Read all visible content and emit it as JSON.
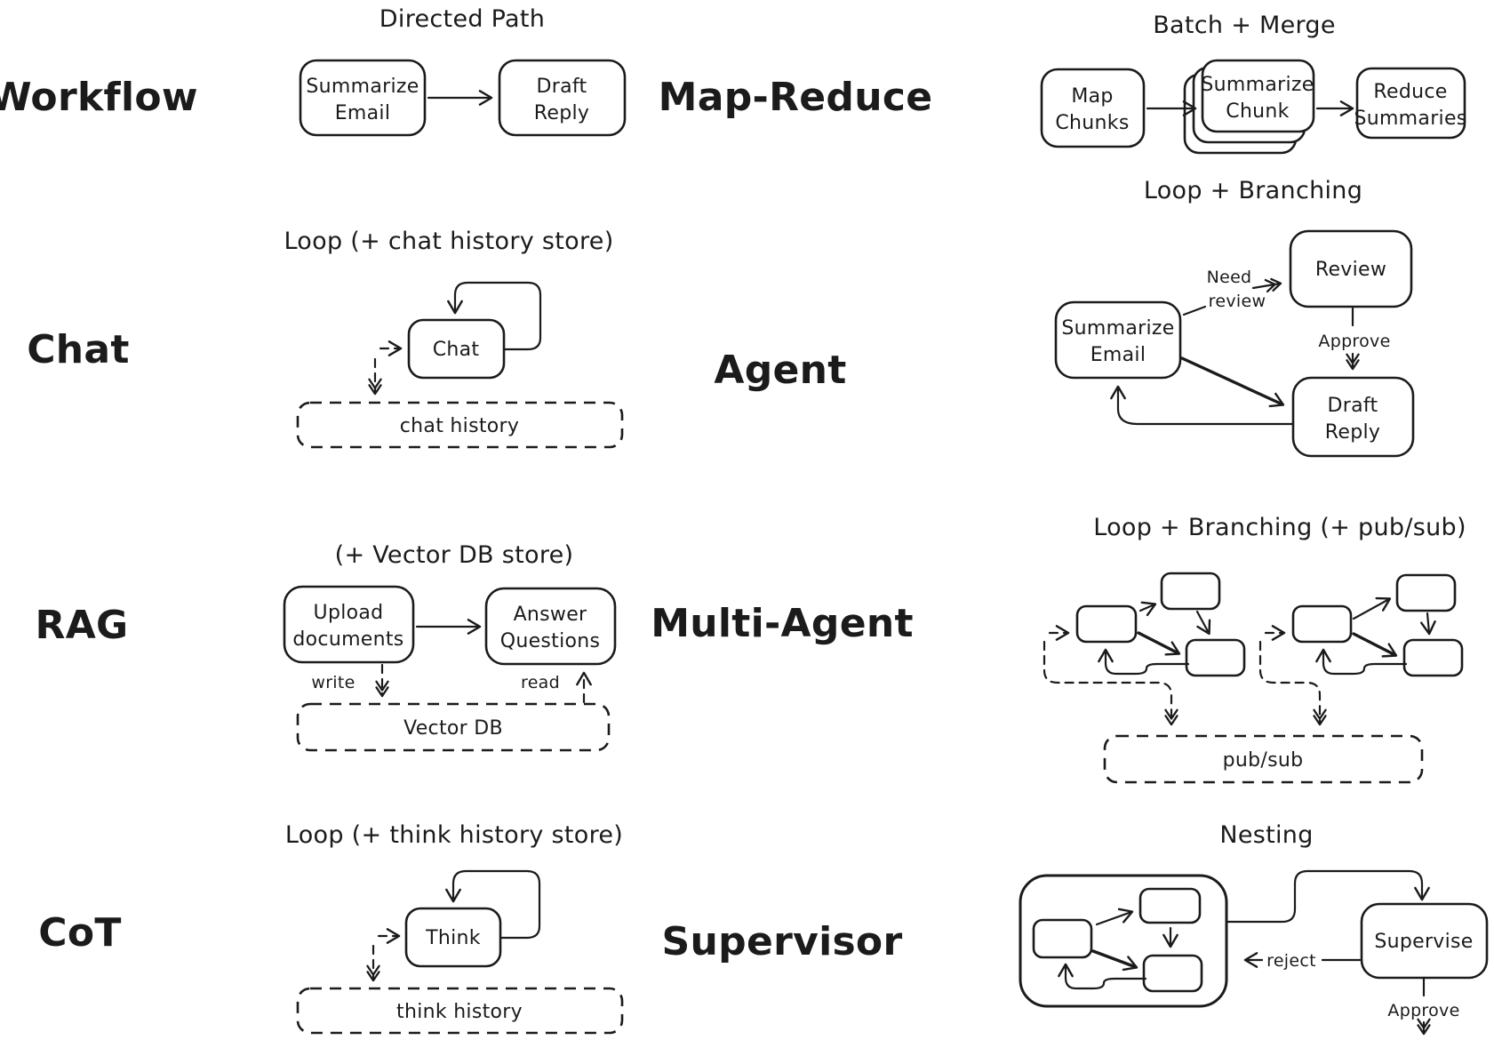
{
  "colors": {
    "ink": "#1b1b1b",
    "background": "#ffffff"
  },
  "sections": {
    "workflow": {
      "label": "Workflow",
      "title": "Directed Path",
      "nodes": {
        "summarize_email": {
          "line1": "Summarize",
          "line2": "Email"
        },
        "draft_reply": {
          "line1": "Draft",
          "line2": "Reply"
        }
      }
    },
    "map_reduce": {
      "label": "Map-Reduce",
      "title": "Batch + Merge",
      "nodes": {
        "map_chunks": {
          "line1": "Map",
          "line2": "Chunks"
        },
        "summarize_chunk": {
          "line1": "Summarize",
          "line2": "Chunk"
        },
        "reduce_summaries": {
          "line1": "Reduce",
          "line2": "Summaries"
        }
      }
    },
    "chat": {
      "label": "Chat",
      "title": "Loop (+ chat history store)",
      "nodes": {
        "chat": {
          "line1": "Chat"
        }
      },
      "store": {
        "label": "chat history"
      }
    },
    "agent": {
      "label": "Agent",
      "title": "Loop + Branching",
      "nodes": {
        "summarize_email": {
          "line1": "Summarize",
          "line2": "Email"
        },
        "review": {
          "line1": "Review"
        },
        "draft_reply": {
          "line1": "Draft",
          "line2": "Reply"
        }
      },
      "edges": {
        "need_review": {
          "line1": "Need",
          "line2": "review"
        },
        "approve": "Approve"
      }
    },
    "rag": {
      "label": "RAG",
      "title": "(+ Vector DB store)",
      "nodes": {
        "upload_documents": {
          "line1": "Upload",
          "line2": "documents"
        },
        "answer_questions": {
          "line1": "Answer",
          "line2": "Questions"
        }
      },
      "store": {
        "label": "Vector DB"
      },
      "edges": {
        "write": "write",
        "read": "read"
      }
    },
    "multi_agent": {
      "label": "Multi-Agent",
      "title": "Loop + Branching (+ pub/sub)",
      "store": {
        "label": "pub/sub"
      }
    },
    "cot": {
      "label": "CoT",
      "title": "Loop (+ think history store)",
      "nodes": {
        "think": {
          "line1": "Think"
        }
      },
      "store": {
        "label": "think history"
      }
    },
    "supervisor": {
      "label": "Supervisor",
      "title": "Nesting",
      "nodes": {
        "supervise": {
          "line1": "Supervise"
        }
      },
      "edges": {
        "reject": "reject",
        "approve": "Approve"
      }
    }
  }
}
